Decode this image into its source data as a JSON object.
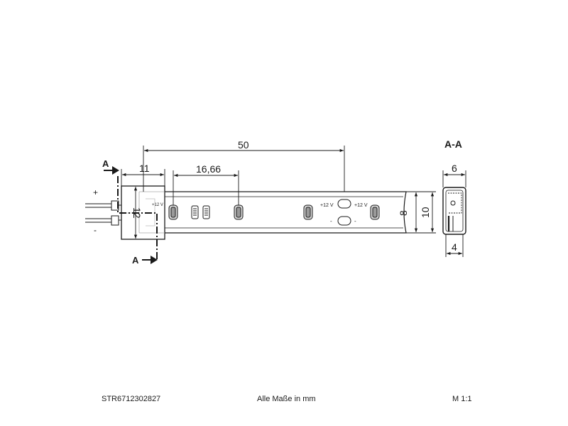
{
  "drawing": {
    "section_label": "A-A",
    "cut_marker": "A",
    "polarity": {
      "plus": "+",
      "minus": "-"
    },
    "pad_plus": "+12 V",
    "pad_minus": "-",
    "dimensions": {
      "total_segment": "50",
      "connector_length": "11",
      "led_pitch": "16,66",
      "connector_height": "12",
      "strip_height_inner": "8",
      "strip_height_outer": "10",
      "profile_width_top": "6",
      "profile_width_bottom": "4"
    }
  },
  "footer": {
    "article_number": "STR6712302827",
    "units_note": "Alle Maße in mm",
    "scale": "M 1:1"
  }
}
